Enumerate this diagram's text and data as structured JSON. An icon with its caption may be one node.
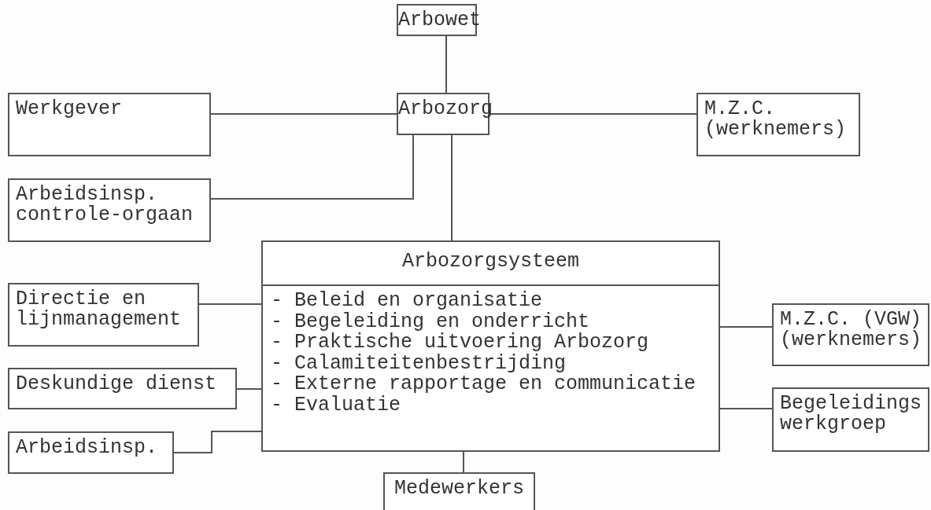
{
  "diagram": {
    "nodes": [
      {
        "text": [
          "Arbowet"
        ]
      },
      {
        "text": [
          "Werkgever"
        ]
      },
      {
        "text": [
          "Arbozorg"
        ]
      },
      {
        "text": [
          "M.Z.C. (werknemers)"
        ]
      },
      {
        "text": [
          "Arbeidsinsp. controle-orgaan"
        ]
      },
      {
        "text": [
          "Arbozorgsysteem",
          "- Beleid en organisatie",
          "- Begeleiding en onderricht",
          "- Praktische uitvoering Arbozorg",
          "- Calamiteitenbestrijding",
          "- Externe rapportage en communicatie",
          "- Evaluatie"
        ]
      },
      {
        "text": [
          "Directie en lijnmanagement"
        ]
      },
      {
        "text": [
          "M.Z.C. (VGW) (werknemers)"
        ]
      },
      {
        "text": [
          "Deskundige dienst"
        ]
      },
      {
        "text": [
          "Begeleidings werkgroep"
        ]
      },
      {
        "text": [
          "Arbeidsinsp."
        ]
      },
      {
        "text": [
          "Medewerkers"
        ]
      }
    ],
    "edges": [
      {
        "from": 0,
        "to": 2,
        "arrow": "none"
      },
      {
        "from": 1,
        "to": 2,
        "arrow": "none"
      },
      {
        "from": 2,
        "to": 3,
        "arrow": "none"
      },
      {
        "from": 4,
        "to": 2,
        "arrow": "none"
      },
      {
        "from": 2,
        "to": 5,
        "arrow": "none"
      },
      {
        "from": 6,
        "to": 5,
        "arrow": "none"
      },
      {
        "from": 8,
        "to": 5,
        "arrow": "none"
      },
      {
        "from": 10,
        "to": 5,
        "arrow": "none"
      },
      {
        "from": 5,
        "to": 7,
        "arrow": "none"
      },
      {
        "from": 5,
        "to": 9,
        "arrow": "none"
      },
      {
        "from": 5,
        "to": 11,
        "arrow": "none"
      }
    ]
  }
}
